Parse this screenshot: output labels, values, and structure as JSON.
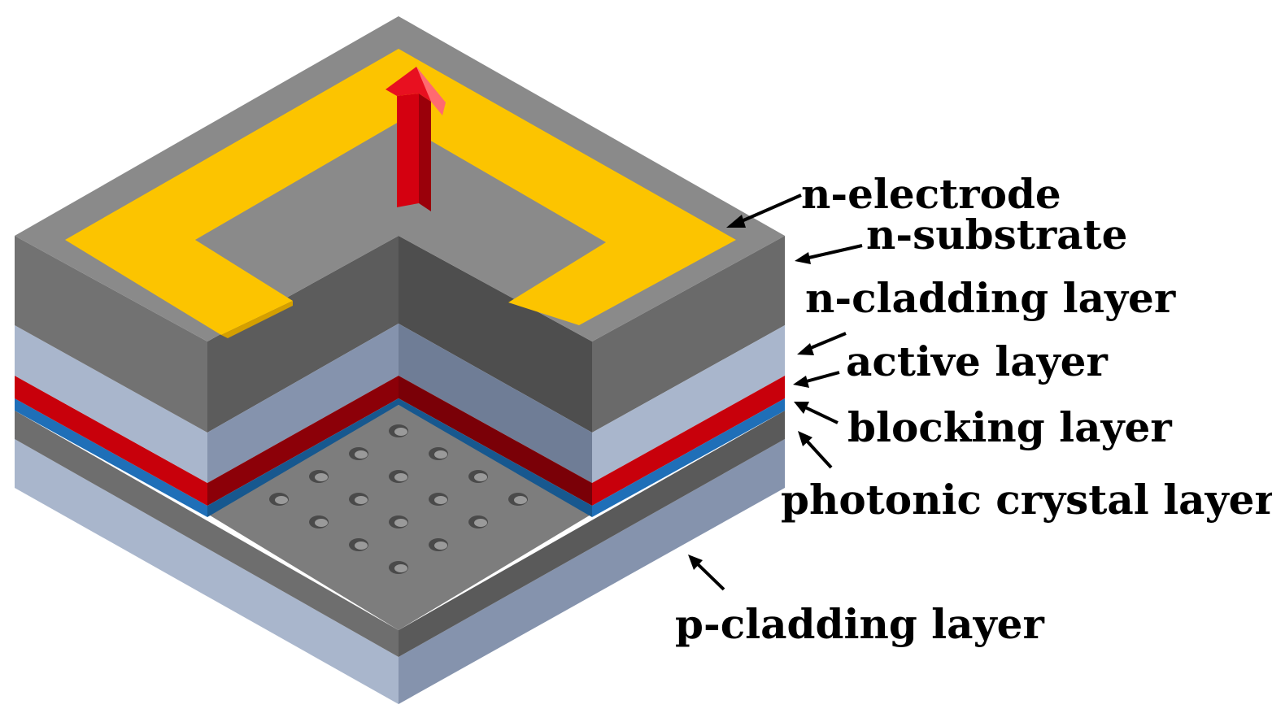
{
  "labels": {
    "n_electrode": "n-electrode",
    "n_substrate": "n-substrate",
    "n_cladding": "n-cladding layer",
    "active": "active layer",
    "blocking": "blocking layer",
    "photonic_crystal": "photonic crystal layer",
    "p_cladding": "p-cladding layer"
  },
  "colors": {
    "substrate_top": "#8a8a8a",
    "substrate_left": "#727272",
    "substrate_right": "#5c5c5c",
    "cladding_left": "#a9b6cc",
    "cladding_right": "#8593ad",
    "active_left": "#c8000b",
    "active_right": "#8c0008",
    "blocking": "#1f6fb8",
    "photonic_top": "#7d7d7d",
    "photonic_left": "#6e6e6e",
    "photonic_right": "#5a5a5a",
    "electrode": "#fcc400",
    "electrode_edge": "#d49f00",
    "emission_arrow": "#d40010",
    "emission_arrow_side": "#9a000a",
    "label_text": "#000000"
  },
  "photonic_crystal_holes": 16
}
